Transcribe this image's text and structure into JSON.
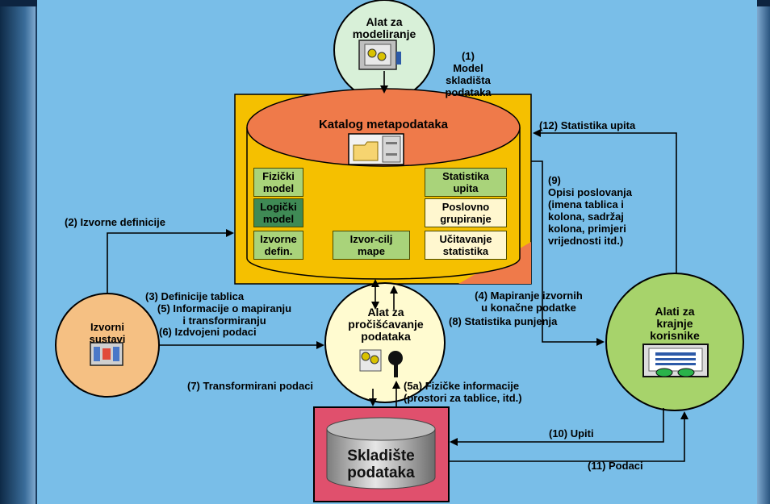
{
  "nodes": {
    "modeling_tool": "Alat za\nmodeliranje",
    "catalog": "Katalog metapodataka",
    "source_systems": "Izvorni\nsustavi",
    "cleaning_tool": "Alat za\npročišćavanje\npodataka",
    "end_user_tools": "Alati za\nkrajnje\nkorisnike",
    "warehouse": "Skladište\npodataka"
  },
  "catalog_boxes": {
    "physical_model": "Fizički\nmodel",
    "logical_model": "Logički\nmodel",
    "source_defs": "Izvorne\ndefin.",
    "source_target_maps": "Izvor-cilj\nmape",
    "query_stats": "Statistika\nupita",
    "business_grouping": "Poslovno\ngrupiranje",
    "load_stats": "Učitavanje\nstatistika"
  },
  "flows": {
    "f1": "(1)\nModel\nskladišta\npodataka",
    "f2": "(2) Izvorne definicije",
    "f3": "(3) Definicije tablica",
    "f5": "(5) Informacije o mapiranju\ni transformiranju",
    "f6": "(6) Izdvojeni podaci",
    "f4": "(4) Mapiranje izvornih\nu konačne podatke",
    "f8": "(8) Statistika punjenja",
    "f12": "(12) Statistika upita",
    "f9": "(9)\nOpisi poslovanja\n(imena tablica i\nkolona, sadržaj\nkolona, primjeri\nvrijednosti itd.)",
    "f7": "(7) Transformirani podaci",
    "f5a": "(5a) Fizičke informacije\n(prostori za tablice, itd.)",
    "f10": "(10) Upiti",
    "f11": "(11) Podaci"
  },
  "icons": [
    "safe-icon",
    "folder-cabinet-icon",
    "network-device-icon",
    "keys-icon",
    "monitor-icon"
  ],
  "colors": {
    "background": "#79bee8",
    "catalog_frame": "#f5c000",
    "catalog_cylinder": "#ef7a4a",
    "green_box": "#a9d37a",
    "dark_green_box": "#3f8a55",
    "light_yellow_box": "#fff7cf",
    "modeling_circle": "#d8f0d8",
    "source_circle": "#f5c083",
    "cleaning_circle": "#fffbd0",
    "enduser_circle": "#a7d36b",
    "warehouse_frame": "#e0506d"
  }
}
